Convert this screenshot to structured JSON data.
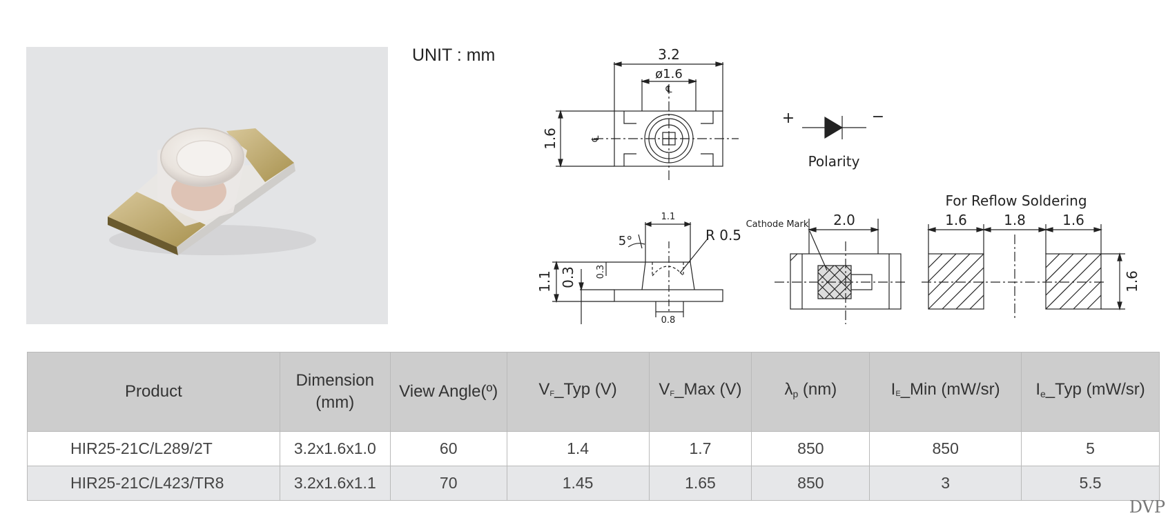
{
  "unit_label": "UNIT : mm",
  "drawings": {
    "top_view": {
      "width": "3.2",
      "lens_dia": "ø1.6",
      "height": "1.6",
      "centerline": "℄"
    },
    "polarity": {
      "plus": "+",
      "minus": "−",
      "label": "Polarity"
    },
    "side_view": {
      "top_w": "1.1",
      "angle": "5°",
      "radius": "R  0.5",
      "h_total": "1.1",
      "h_lens": "0.3",
      "h_small": "0.3",
      "bottom_w": "0.8"
    },
    "bottom_view": {
      "cathode_label": "Cathode Mark",
      "width": "2.0"
    },
    "reflow": {
      "title": "For  Reflow  Soldering",
      "pad1": "1.6",
      "gap": "1.8",
      "pad2": "1.6",
      "height": "1.6"
    }
  },
  "table": {
    "headers": {
      "product": "Product",
      "dimension_line1": "Dimension",
      "dimension_line2": "(mm)",
      "view_angle": "View Angle(º)",
      "vf_typ_v": "V",
      "vf_typ_sub": "F",
      "vf_typ_rest": "_Typ (V)",
      "vf_max_v": "V",
      "vf_max_sub": "F",
      "vf_max_rest": "_Max (V)",
      "lambda": "λ",
      "lambda_sub": "p",
      "lambda_rest": " (nm)",
      "ie_min_i": "I",
      "ie_min_sub": "E",
      "ie_min_rest": "_Min (mW/sr)",
      "ie_typ_i": "I",
      "ie_typ_sub": "e",
      "ie_typ_rest": "_Typ (mW/sr)"
    },
    "rows": [
      {
        "product": "HIR25-21C/L289/2T",
        "dimension": "3.2x1.6x1.0",
        "view_angle": "60",
        "vf_typ": "1.4",
        "vf_max": "1.7",
        "lambda_p": "850",
        "ie_min": "850",
        "ie_typ": "5"
      },
      {
        "product": "HIR25-21C/L423/TR8",
        "dimension": "3.2x1.6x1.1",
        "view_angle": "70",
        "vf_typ": "1.45",
        "vf_max": "1.65",
        "lambda_p": "850",
        "ie_min": "3",
        "ie_typ": "5.5"
      }
    ]
  },
  "footer_mark": "DVP"
}
